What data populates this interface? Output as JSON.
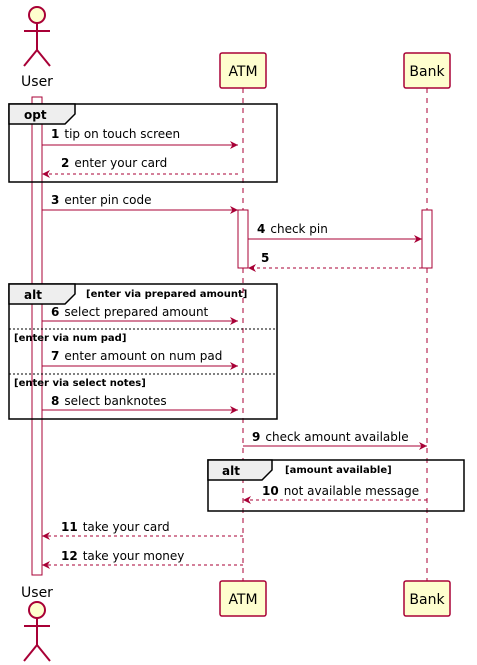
{
  "participants": [
    {
      "id": "user",
      "name": "User",
      "kind": "actor"
    },
    {
      "id": "atm",
      "name": "ATM",
      "kind": "participant"
    },
    {
      "id": "bank",
      "name": "Bank",
      "kind": "participant"
    }
  ],
  "fragments": [
    {
      "id": "opt",
      "type": "opt",
      "operands": [
        {
          "condition": ""
        }
      ]
    },
    {
      "id": "alt1",
      "type": "alt",
      "operands": [
        {
          "condition": "[enter via prepared amount]"
        },
        {
          "condition": "[enter via num pad]"
        },
        {
          "condition": "[enter via select notes]"
        }
      ]
    },
    {
      "id": "alt2",
      "type": "alt",
      "operands": [
        {
          "condition": "[amount available]"
        }
      ]
    }
  ],
  "messages": [
    {
      "num": "1",
      "text": "tip on touch screen",
      "from": "user",
      "to": "atm",
      "style": "solid"
    },
    {
      "num": "2",
      "text": "enter your card",
      "from": "atm",
      "to": "user",
      "style": "dashed"
    },
    {
      "num": "3",
      "text": "enter pin code",
      "from": "user",
      "to": "atm",
      "style": "solid"
    },
    {
      "num": "4",
      "text": "check pin",
      "from": "atm",
      "to": "bank",
      "style": "solid"
    },
    {
      "num": "5",
      "text": "",
      "from": "bank",
      "to": "atm",
      "style": "dashed"
    },
    {
      "num": "6",
      "text": "select prepared amount",
      "from": "user",
      "to": "atm",
      "style": "solid"
    },
    {
      "num": "7",
      "text": "enter amount on num pad",
      "from": "user",
      "to": "atm",
      "style": "solid"
    },
    {
      "num": "8",
      "text": "select banknotes",
      "from": "user",
      "to": "atm",
      "style": "solid"
    },
    {
      "num": "9",
      "text": "check amount available",
      "from": "atm",
      "to": "bank",
      "style": "solid"
    },
    {
      "num": "10",
      "text": "not available message",
      "from": "bank",
      "to": "atm",
      "style": "dashed"
    },
    {
      "num": "11",
      "text": "take your card",
      "from": "atm",
      "to": "user",
      "style": "dashed"
    },
    {
      "num": "12",
      "text": "take your money",
      "from": "atm",
      "to": "user",
      "style": "dashed"
    }
  ],
  "colors": {
    "arrow": "#A80036",
    "participant_fill": "#FEFECE",
    "participant_border": "#A80036",
    "activation_fill": "#FFFFFF",
    "fragment_border": "#000000",
    "fragment_tab_fill": "#EEEEEE"
  }
}
